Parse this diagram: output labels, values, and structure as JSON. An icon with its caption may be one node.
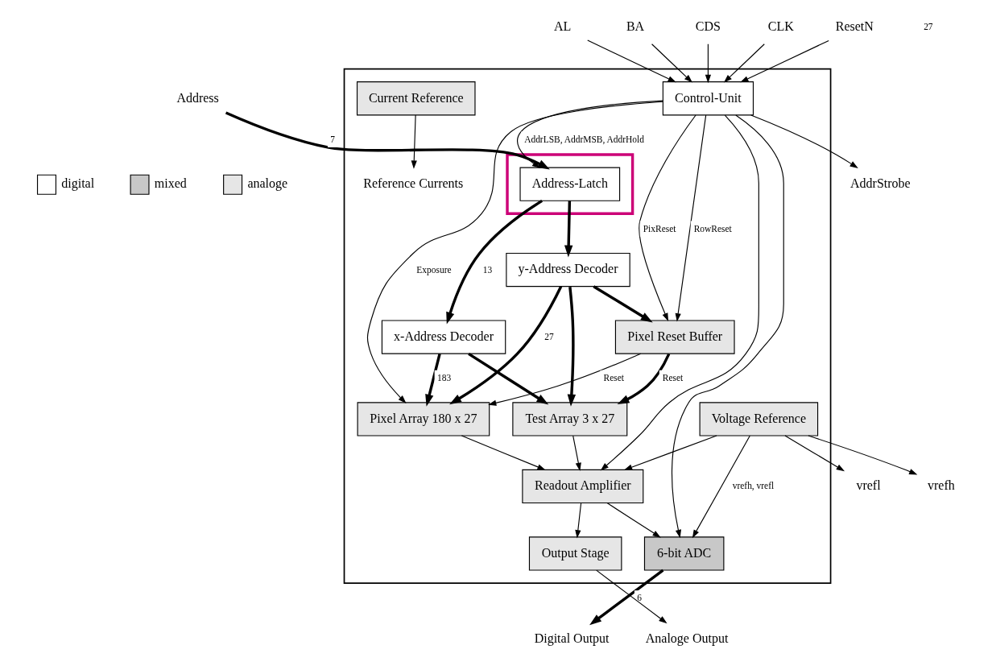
{
  "diagram": {
    "nodes": [
      {
        "text": [],
        "shape": "box"
      },
      {
        "text": [
          "AL"
        ]
      },
      {
        "text": [
          "BA"
        ]
      },
      {
        "text": [
          "CDS"
        ]
      },
      {
        "text": [
          "CLK"
        ]
      },
      {
        "text": [
          "ResetN"
        ]
      },
      {
        "text": [
          "Control-Unit"
        ],
        "in": 0
      },
      {
        "text": [
          "AddrStrobe"
        ]
      },
      {
        "text": [
          "Digital Output"
        ]
      },
      {
        "text": [
          "6-bit ADC"
        ],
        "in": 0
      },
      {
        "text": [
          "Readout Amplifier"
        ],
        "in": 0
      },
      {
        "text": [
          "Pixel Array 180 x 27"
        ],
        "in": 0
      },
      {
        "text": [
          "Test Array 3 x 27"
        ],
        "in": 0
      },
      {
        "text": [
          "Pixel Reset Buffer"
        ],
        "in": 0
      },
      {
        "text": [
          "Analoge Output"
        ]
      },
      {
        "text": [
          "Output Stage"
        ],
        "in": 0
      },
      {
        "text": [
          "x-Address Decoder"
        ],
        "in": 0
      },
      {
        "text": [
          "y-Address Decoder"
        ],
        "in": 0
      },
      {
        "text": [
          "Reference Currents"
        ],
        "in": 0
      },
      {
        "text": [
          "Current Reference"
        ],
        "in": 0
      },
      {
        "text": [
          "Voltage Reference"
        ],
        "in": 0
      },
      {
        "text": [],
        "shape": "box",
        "in": 0
      },
      {
        "text": [
          "Address-Latch"
        ],
        "in": 21
      },
      {
        "text": [
          "vrefl"
        ]
      },
      {
        "text": [
          "vrefh"
        ]
      },
      {
        "text": [
          "Address"
        ]
      }
    ],
    "edges": [
      {
        "from": 1,
        "to": 6,
        "arrow": "to"
      },
      {
        "from": 2,
        "to": 6,
        "arrow": "to"
      },
      {
        "from": 3,
        "to": 6,
        "arrow": "to"
      },
      {
        "from": 4,
        "to": 6,
        "arrow": "to"
      },
      {
        "from": 5,
        "to": 6,
        "arrow": "to"
      },
      {
        "from": 6,
        "to": 7,
        "arrow": "to"
      },
      {
        "from": 6,
        "to": 9,
        "arrow": "to"
      },
      {
        "from": 6,
        "to": 10,
        "arrow": "to"
      },
      {
        "from": 6,
        "to": 11,
        "label": "Exposure",
        "arrow": "to"
      },
      {
        "from": 6,
        "to": 13,
        "label": "PixReset",
        "arrow": "to"
      },
      {
        "from": 6,
        "to": 13,
        "label": "RowReset",
        "arrow": "to"
      },
      {
        "from": 13,
        "to": 11,
        "label": "Reset",
        "arrow": "to"
      },
      {
        "from": 13,
        "to": 12,
        "label": "Reset",
        "arrow": "to",
        "style": "thick"
      },
      {
        "from": 10,
        "to": 9,
        "arrow": "to"
      },
      {
        "from": 10,
        "to": 15,
        "arrow": "to"
      },
      {
        "from": 15,
        "to": 14,
        "arrow": "to"
      },
      {
        "from": 9,
        "to": 8,
        "label": "6",
        "arrow": "to",
        "style": "thick"
      },
      {
        "from": 11,
        "to": 10,
        "arrow": "to"
      },
      {
        "from": 12,
        "to": 10,
        "arrow": "to"
      },
      {
        "from": 20,
        "to": 9,
        "label": "vrefh, vrefl",
        "arrow": "to"
      },
      {
        "from": 20,
        "to": 10,
        "arrow": "to"
      },
      {
        "from": 20,
        "to": 23,
        "arrow": "to"
      },
      {
        "from": 20,
        "to": 24,
        "arrow": "to"
      },
      {
        "from": 19,
        "to": 18,
        "arrow": "to"
      },
      {
        "from": 16,
        "to": 11,
        "label": "183",
        "arrow": "to",
        "style": "thick"
      },
      {
        "from": 16,
        "to": 12,
        "arrow": "to",
        "style": "thick"
      },
      {
        "from": 17,
        "to": 11,
        "label": "27",
        "arrow": "to",
        "style": "thick"
      },
      {
        "from": 17,
        "to": 12,
        "arrow": "to",
        "style": "thick"
      },
      {
        "from": 17,
        "to": 13,
        "arrow": "to",
        "style": "thick"
      },
      {
        "from": 22,
        "to": 16,
        "label": "13",
        "arrow": "to",
        "style": "thick"
      },
      {
        "from": 22,
        "to": 17,
        "arrow": "to",
        "style": "thick"
      },
      {
        "from": 25,
        "to": 22,
        "label": "7",
        "arrow": "to",
        "style": "thick"
      },
      {
        "from": 6,
        "to": 22,
        "label": "AddrLSB, AddrMSB, AddrHold",
        "arrow": "to"
      }
    ],
    "labels": [
      "27"
    ],
    "legend": [
      {
        "text": "digital",
        "color": "#ffffff"
      },
      {
        "text": "mixed",
        "color": "#c8c8c8"
      },
      {
        "text": "analoge",
        "color": "#e6e6e6"
      }
    ]
  }
}
